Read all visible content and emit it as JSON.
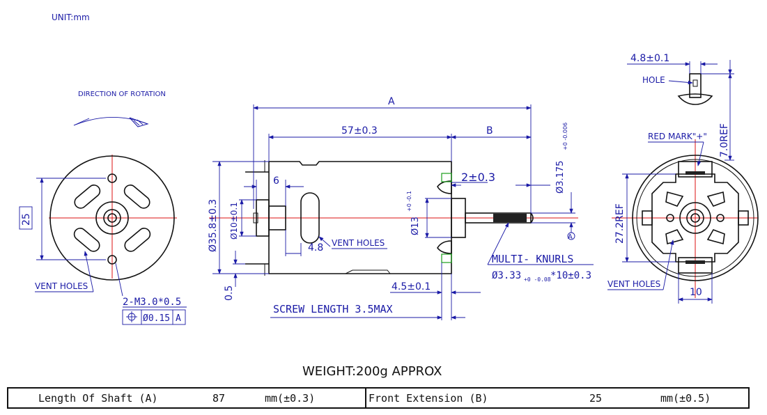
{
  "unit_label": "UNIT:mm",
  "rotation_label": "DIRECTION OF ROTATION",
  "front_view": {
    "dim_25": "25",
    "vent_holes": "VENT HOLES",
    "screw_spec": "2-M3.0*0.5",
    "tolerance_frame": {
      "symbol": "⌖",
      "value": "Ø0.15",
      "datum": "A"
    }
  },
  "side_view": {
    "dim_A": "A",
    "dim_57": "57±0.3",
    "dim_B": "B",
    "dim_6": "6",
    "dim_2": "2±0.3",
    "dim_35_8": "Ø35.8±0.3",
    "dim_10": "Ø10±0.1",
    "dim_13": "Ø13",
    "dim_13_tol": "+0 -0.1",
    "dim_3_175": "Ø3.175",
    "dim_3_175_tol": "+0 -0.006",
    "datum_A": "A",
    "dim_4_8": "4.8",
    "vent_holes": "VENT HOLES",
    "multi_knurls": "MULTI- KNURLS",
    "knurl_spec": "Ø3.33",
    "knurl_tol": "+0 -0.08",
    "knurl_spec_tail": "*10±0.3",
    "dim_0_5": "0.5",
    "dim_4_5": "4.5±0.1",
    "screw_length": "SCREW LENGTH 3.5MAX"
  },
  "rear_view": {
    "dim_4_8": "4.8±0.1",
    "hole": "HOLE",
    "dim_7_ref": "7.0REF",
    "red_mark": "RED MARK\"+\"",
    "dim_27_2": "27.2REF",
    "vent_holes": "VENT HOLES",
    "dim_10": "10"
  },
  "weight": "WEIGHT:200g APPROX",
  "spec_table": {
    "c1": "Length Of Shaft (A)",
    "c2": "87",
    "c3": "mm(±0.3)",
    "c4": "Front Extension (B)",
    "c5": "25",
    "c6": "mm(±0.5)"
  }
}
